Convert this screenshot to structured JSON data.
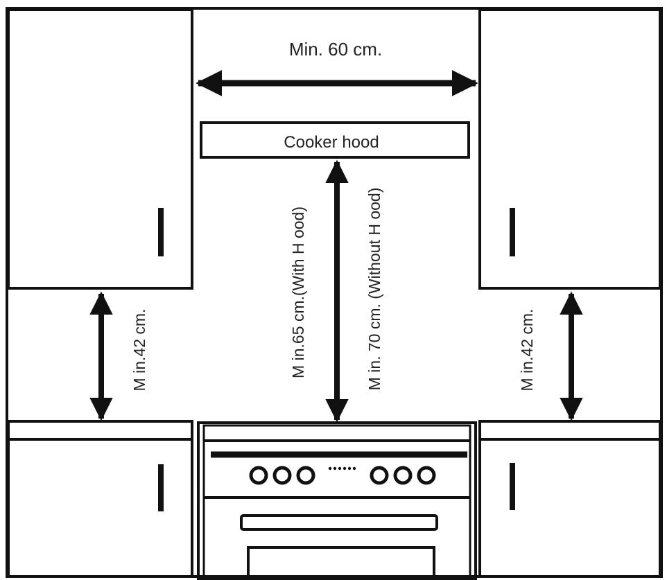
{
  "labels": {
    "top_width": "Min. 60 cm.",
    "hood": "Cooker hood",
    "with_hood": "M in.65 cm.(With H ood)",
    "without_hood": "M in. 70 cm. (Without H ood)",
    "left_gap": "M in.42 cm.",
    "right_gap": "M in.42 cm."
  },
  "colors": {
    "line": "#111111",
    "text": "#222222",
    "background": "#ffffff"
  }
}
